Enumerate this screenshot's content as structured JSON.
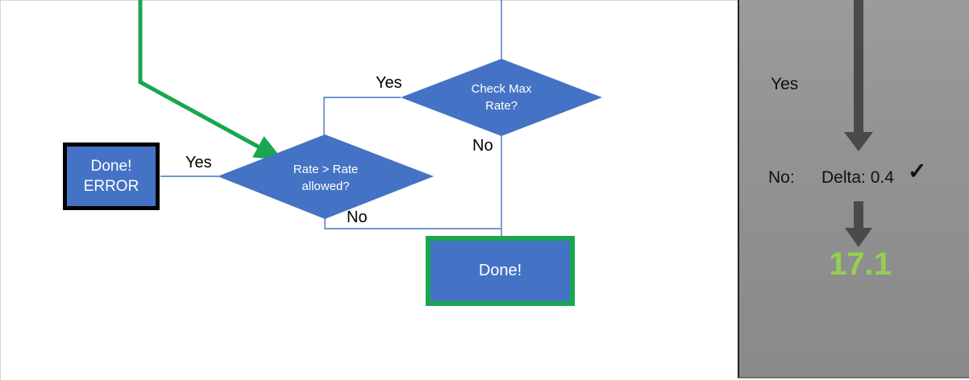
{
  "flowchart": {
    "nodes": {
      "done_error": {
        "label": "Done!\nERROR"
      },
      "rate_allowed": {
        "label": "Rate > Rate\nallowed?"
      },
      "check_max": {
        "label": "Check Max\nRate?"
      },
      "done": {
        "label": "Done!"
      }
    },
    "edge_labels": {
      "rate_allowed_yes": "Yes",
      "rate_allowed_no": "No",
      "check_max_yes": "Yes",
      "check_max_no": "No"
    },
    "colors": {
      "shape_blue": "#4472C4",
      "highlight_green": "#1AA64F",
      "box_error_border": "#000000"
    }
  },
  "side_panel": {
    "yes_label": "Yes",
    "no_label": "No:",
    "delta_value": "Delta: 0.4",
    "check_icon": "✓",
    "result_value": "17.1",
    "colors": {
      "panel_gray": "#909090",
      "arrow_gray": "#4A4A4A",
      "result_green": "#92D050"
    }
  }
}
